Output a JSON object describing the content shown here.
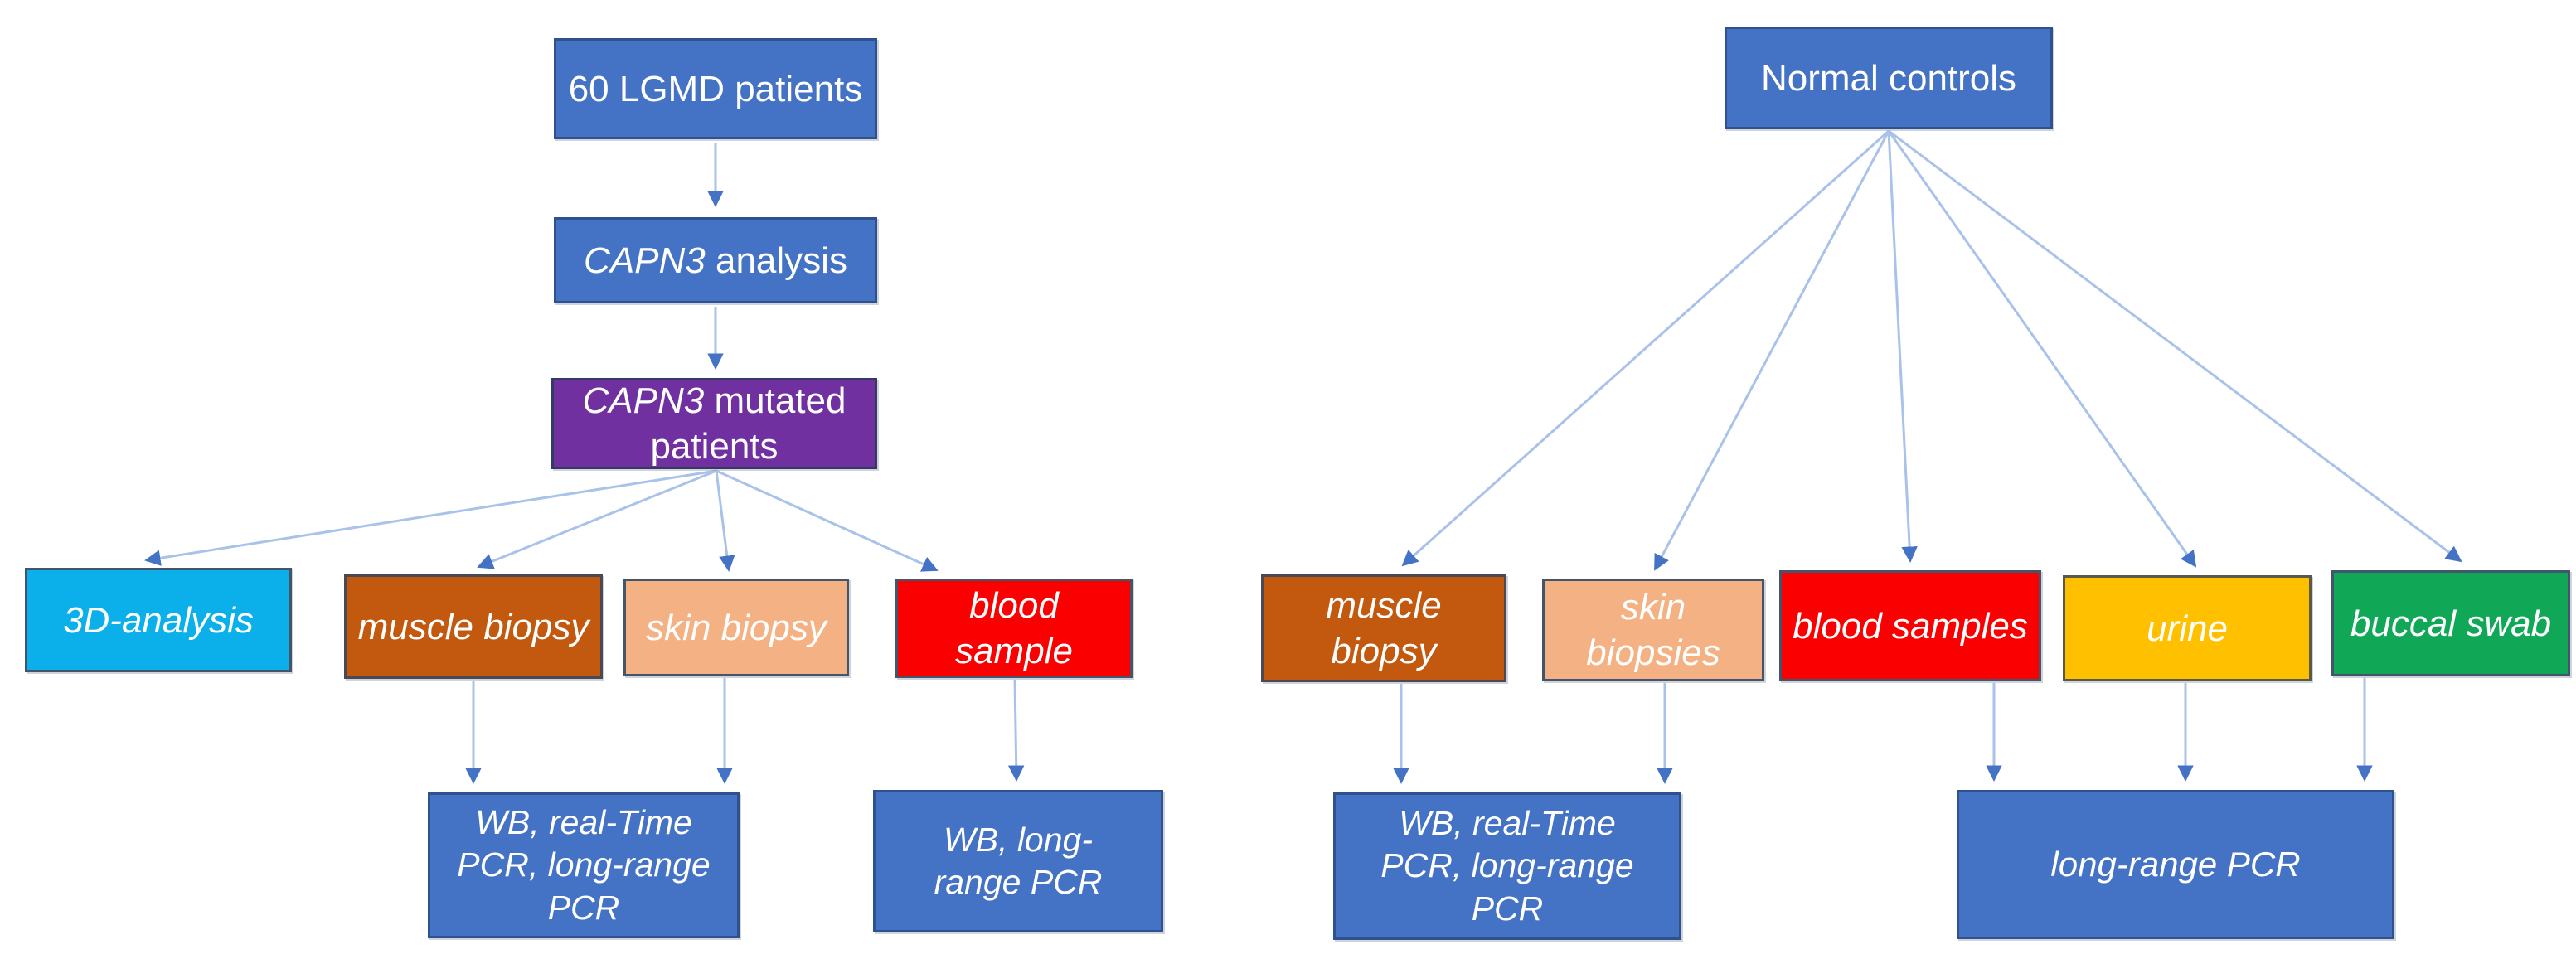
{
  "colors": {
    "box_blue": "#4472C4",
    "box_blue_border": "#2F528F",
    "box_purple": "#7130A0",
    "box_cyan": "#0BAFE9",
    "box_brown": "#C2590E",
    "box_peach": "#F4B183",
    "box_red": "#FB0000",
    "box_gold": "#FFC000",
    "box_green": "#10A857",
    "dark_border": "#44546A",
    "arrow_line": "#A9C2EA",
    "arrow_head": "#4472C4",
    "text": "#FFFFFF"
  },
  "patients_flow": {
    "lgmd": {
      "label": "60 LGMD patients"
    },
    "capn3_analysis": {
      "italic": "CAPN3",
      "regular": " analysis"
    },
    "capn3_mutated": {
      "italic": "CAPN3",
      "regular": " mutated patients"
    },
    "analysis_3d": {
      "label": "3D-analysis"
    },
    "muscle_biopsy": {
      "label": "muscle biopsy"
    },
    "skin_biopsy": {
      "label": "skin biopsy"
    },
    "blood_sample": {
      "label": "blood sample"
    },
    "wb_realtime_longrange": {
      "label": "WB, real-Time PCR, long-range PCR"
    },
    "wb_longrange": {
      "label": "WB, long-range PCR"
    }
  },
  "controls_flow": {
    "normal_controls": {
      "label": "Normal controls"
    },
    "muscle_biopsy": {
      "label": "muscle biopsy"
    },
    "skin_biopsies": {
      "label": "skin biopsies"
    },
    "blood_samples": {
      "label": "blood samples"
    },
    "urine": {
      "label": "urine"
    },
    "buccal_swab": {
      "label": "buccal swab"
    },
    "wb_realtime_longrange": {
      "label": "WB, real-Time PCR, long-range PCR"
    },
    "longrange_pcr": {
      "label": "long-range PCR"
    }
  },
  "edges": [
    {
      "flow": "patients",
      "from": "lgmd",
      "to": "capn3_analysis"
    },
    {
      "flow": "patients",
      "from": "capn3_analysis",
      "to": "capn3_mutated"
    },
    {
      "flow": "patients",
      "from": "capn3_mutated",
      "to": "analysis_3d"
    },
    {
      "flow": "patients",
      "from": "capn3_mutated",
      "to": "muscle_biopsy"
    },
    {
      "flow": "patients",
      "from": "capn3_mutated",
      "to": "skin_biopsy"
    },
    {
      "flow": "patients",
      "from": "capn3_mutated",
      "to": "blood_sample"
    },
    {
      "flow": "patients",
      "from": "muscle_biopsy",
      "to": "wb_realtime_longrange"
    },
    {
      "flow": "patients",
      "from": "skin_biopsy",
      "to": "wb_realtime_longrange"
    },
    {
      "flow": "patients",
      "from": "blood_sample",
      "to": "wb_longrange"
    },
    {
      "flow": "controls",
      "from": "normal_controls",
      "to": "muscle_biopsy"
    },
    {
      "flow": "controls",
      "from": "normal_controls",
      "to": "skin_biopsies"
    },
    {
      "flow": "controls",
      "from": "normal_controls",
      "to": "blood_samples"
    },
    {
      "flow": "controls",
      "from": "normal_controls",
      "to": "urine"
    },
    {
      "flow": "controls",
      "from": "normal_controls",
      "to": "buccal_swab"
    },
    {
      "flow": "controls",
      "from": "muscle_biopsy",
      "to": "wb_realtime_longrange"
    },
    {
      "flow": "controls",
      "from": "skin_biopsies",
      "to": "wb_realtime_longrange"
    },
    {
      "flow": "controls",
      "from": "blood_samples",
      "to": "longrange_pcr"
    },
    {
      "flow": "controls",
      "from": "urine",
      "to": "longrange_pcr"
    },
    {
      "flow": "controls",
      "from": "buccal_swab",
      "to": "longrange_pcr"
    }
  ]
}
